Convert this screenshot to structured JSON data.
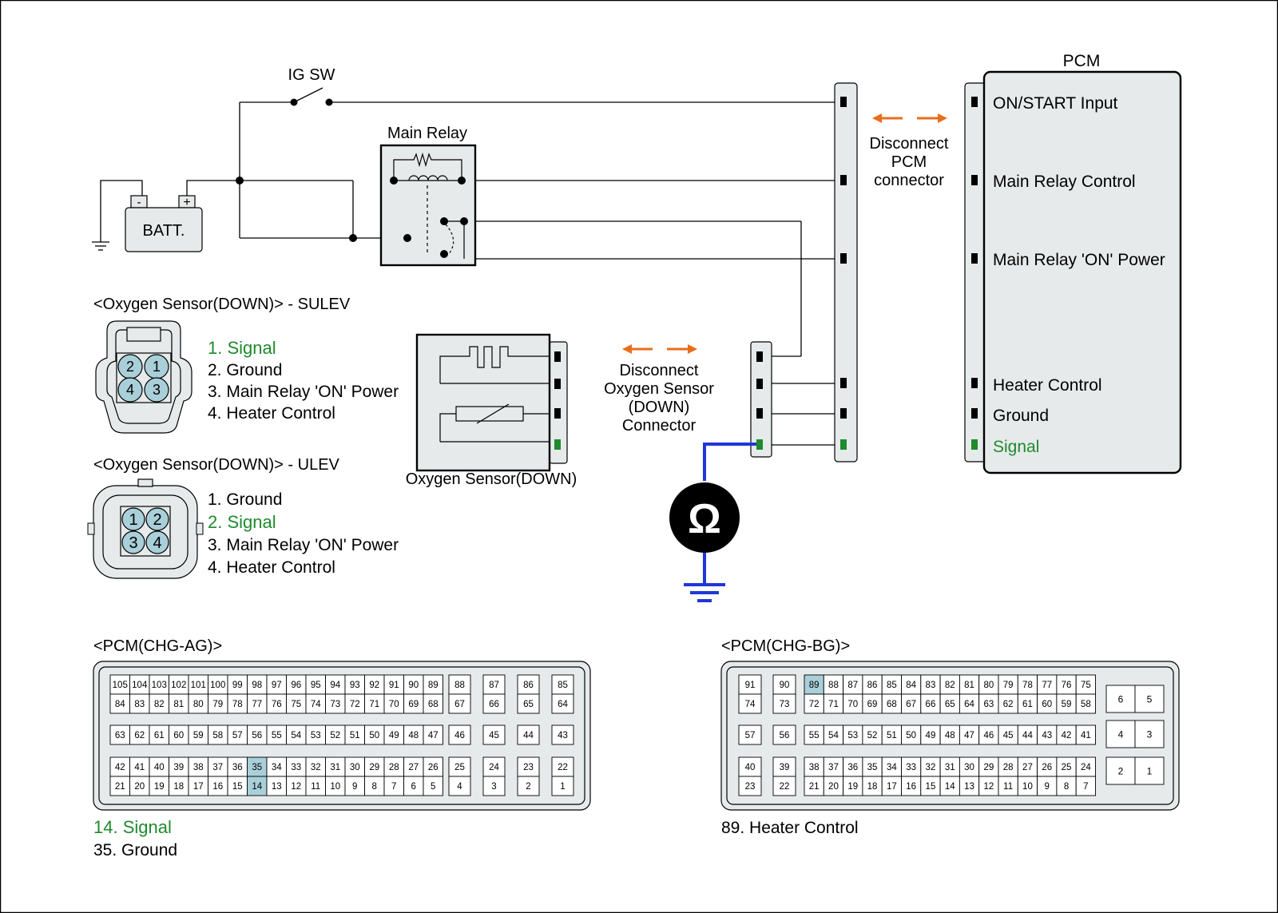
{
  "colors": {
    "line": "#000000",
    "fill": "#e6eaea",
    "highlight": "#a9cfd9",
    "green": "#1f8a2e",
    "orange": "#e96e1b",
    "blue": "#1f37d6"
  },
  "labels": {
    "ig_sw": "IG SW",
    "main_relay": "Main Relay",
    "batt": "BATT.",
    "batt_minus": "-",
    "batt_plus": "+",
    "pcm": "PCM",
    "disconnect_pcm": [
      "Disconnect",
      "PCM",
      "connector"
    ],
    "disconnect_o2": [
      "Disconnect",
      "Oxygen Sensor",
      "(DOWN)",
      "Connector"
    ],
    "oxygen_sensor": "Oxygen Sensor(DOWN)",
    "ohm": "Ω"
  },
  "pcm_pins": [
    {
      "label": "ON/START Input",
      "color": "black"
    },
    {
      "label": "Main Relay Control",
      "color": "black"
    },
    {
      "label": "Main Relay 'ON' Power",
      "color": "black"
    },
    {
      "label": "Heater Control",
      "color": "black"
    },
    {
      "label": "Ground",
      "color": "black"
    },
    {
      "label": "Signal",
      "color": "green"
    }
  ],
  "sulev": {
    "title": "<Oxygen Sensor(DOWN)> - SULEV",
    "pin_numbers": [
      "2",
      "1",
      "4",
      "3"
    ],
    "pins": [
      {
        "text": "1. Signal",
        "color": "green"
      },
      {
        "text": "2. Ground",
        "color": "black"
      },
      {
        "text": "3. Main Relay 'ON' Power",
        "color": "black"
      },
      {
        "text": "4. Heater Control",
        "color": "black"
      }
    ]
  },
  "ulev": {
    "title": "<Oxygen Sensor(DOWN)> - ULEV",
    "pin_numbers": [
      "1",
      "2",
      "3",
      "4"
    ],
    "pins": [
      {
        "text": "1. Ground",
        "color": "black"
      },
      {
        "text": "2. Signal",
        "color": "green"
      },
      {
        "text": "3. Main Relay 'ON' Power",
        "color": "black"
      },
      {
        "text": "4. Heater Control",
        "color": "black"
      }
    ]
  },
  "pcm_ag": {
    "title": "<PCM(CHG-AG)>",
    "rows": [
      {
        "main": [
          "105",
          "104",
          "103",
          "102",
          "101",
          "100",
          "99",
          "98",
          "97",
          "96",
          "95",
          "94",
          "93",
          "92",
          "91",
          "90",
          "89"
        ],
        "extra": [
          "88",
          "87",
          "86",
          "85"
        ]
      },
      {
        "main": [
          "84",
          "83",
          "82",
          "81",
          "80",
          "79",
          "78",
          "77",
          "76",
          "75",
          "74",
          "73",
          "72",
          "71",
          "70",
          "69",
          "68"
        ],
        "extra": [
          "67",
          "66",
          "65",
          "64"
        ]
      },
      {
        "main": [
          "63",
          "62",
          "61",
          "60",
          "59",
          "58",
          "57",
          "56",
          "55",
          "54",
          "53",
          "52",
          "51",
          "50",
          "49",
          "48",
          "47"
        ],
        "extra": [
          "46",
          "45",
          "44",
          "43"
        ]
      },
      {
        "main": [
          "42",
          "41",
          "40",
          "39",
          "38",
          "37",
          "36",
          "35",
          "34",
          "33",
          "32",
          "31",
          "30",
          "29",
          "28",
          "27",
          "26"
        ],
        "extra": [
          "25",
          "24",
          "23",
          "22"
        ]
      },
      {
        "main": [
          "21",
          "20",
          "19",
          "18",
          "17",
          "16",
          "15",
          "14",
          "13",
          "12",
          "11",
          "10",
          "9",
          "8",
          "7",
          "6",
          "5"
        ],
        "extra": [
          "4",
          "3",
          "2",
          "1"
        ]
      }
    ],
    "highlighted": [
      "35",
      "14"
    ],
    "notes": [
      {
        "text": "14. Signal",
        "color": "green"
      },
      {
        "text": "35. Ground",
        "color": "black"
      }
    ]
  },
  "pcm_bg": {
    "title": "<PCM(CHG-BG)>",
    "rows": [
      {
        "left": [
          "91",
          "90"
        ],
        "main": [
          "89",
          "88",
          "87",
          "86",
          "85",
          "84",
          "83",
          "82",
          "81",
          "80",
          "79",
          "78",
          "77",
          "76",
          "75"
        ]
      },
      {
        "left": [
          "74",
          "73"
        ],
        "main": [
          "72",
          "71",
          "70",
          "69",
          "68",
          "67",
          "66",
          "65",
          "64",
          "63",
          "62",
          "61",
          "60",
          "59",
          "58"
        ]
      },
      {
        "left": [
          "57",
          "56"
        ],
        "main": [
          "55",
          "54",
          "53",
          "52",
          "51",
          "50",
          "49",
          "48",
          "47",
          "46",
          "45",
          "44",
          "43",
          "42",
          "41"
        ]
      },
      {
        "left": [
          "40",
          "39"
        ],
        "main": [
          "38",
          "37",
          "36",
          "35",
          "34",
          "33",
          "32",
          "31",
          "30",
          "29",
          "28",
          "27",
          "26",
          "25",
          "24"
        ]
      },
      {
        "left": [
          "23",
          "22"
        ],
        "main": [
          "21",
          "20",
          "19",
          "18",
          "17",
          "16",
          "15",
          "14",
          "13",
          "12",
          "11",
          "10",
          "9",
          "8",
          "7"
        ]
      }
    ],
    "right": [
      [
        "6",
        "5"
      ],
      [
        "4",
        "3"
      ],
      [
        "2",
        "1"
      ]
    ],
    "highlighted": [
      "89"
    ],
    "notes": [
      {
        "text": "89. Heater Control",
        "color": "black"
      }
    ]
  }
}
